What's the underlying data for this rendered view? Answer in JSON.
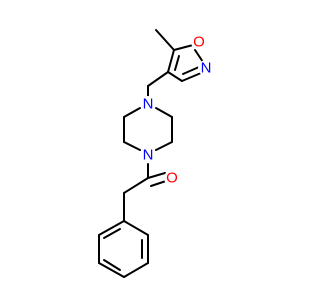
{
  "molecule": {
    "atoms": [
      {
        "id": "a1",
        "element": "O",
        "label": "O",
        "color": "#ff0000"
      },
      {
        "id": "a2",
        "element": "N",
        "label": "N",
        "color": "#0000ff"
      },
      {
        "id": "a3",
        "element": "N",
        "label": "N",
        "color": "#0000ff"
      },
      {
        "id": "a4",
        "element": "N",
        "label": "N",
        "color": "#0000ff"
      },
      {
        "id": "a5",
        "element": "O",
        "label": "O",
        "color": "#ff0000"
      }
    ],
    "bond_color": "#000000"
  }
}
